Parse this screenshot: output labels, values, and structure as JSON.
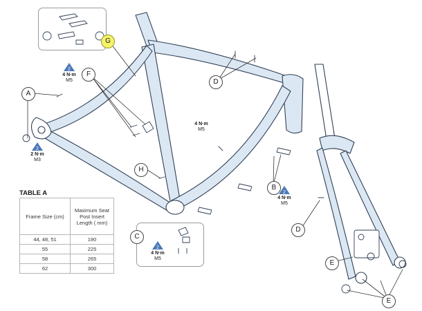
{
  "callouts": {
    "a": "A",
    "b": "B",
    "c": "C",
    "d_top": "D",
    "d_fork": "D",
    "e_left": "E",
    "e_bottom": "E",
    "f": "F",
    "g": "G",
    "h": "H"
  },
  "torque": {
    "left_top": {
      "badge": "2",
      "value": "4 N·m",
      "size": "M5"
    },
    "left_bottom": {
      "badge": "2",
      "value": "2 N·m",
      "size": "M3"
    },
    "center": {
      "value": "4 N·m",
      "size": "M5"
    },
    "right": {
      "badge": "2",
      "value": "4 N·m",
      "size": "M5"
    },
    "boxc": {
      "badge": "2",
      "value": "4 N·m",
      "size": "M5"
    }
  },
  "table": {
    "title": "TABLE A",
    "col1": "Frame Size (cm)",
    "col2": "Maximum Seat Post Insert Length ( mm)",
    "rows": [
      [
        "44, 48, 51",
        "190"
      ],
      [
        "55",
        "225"
      ],
      [
        "58",
        "265"
      ],
      [
        "62",
        "300"
      ]
    ]
  },
  "colors": {
    "line": "#2f3f55",
    "tube_shade": "#dbe8f3",
    "badge": "#4a78b8",
    "highlight": "#f4f36b"
  }
}
